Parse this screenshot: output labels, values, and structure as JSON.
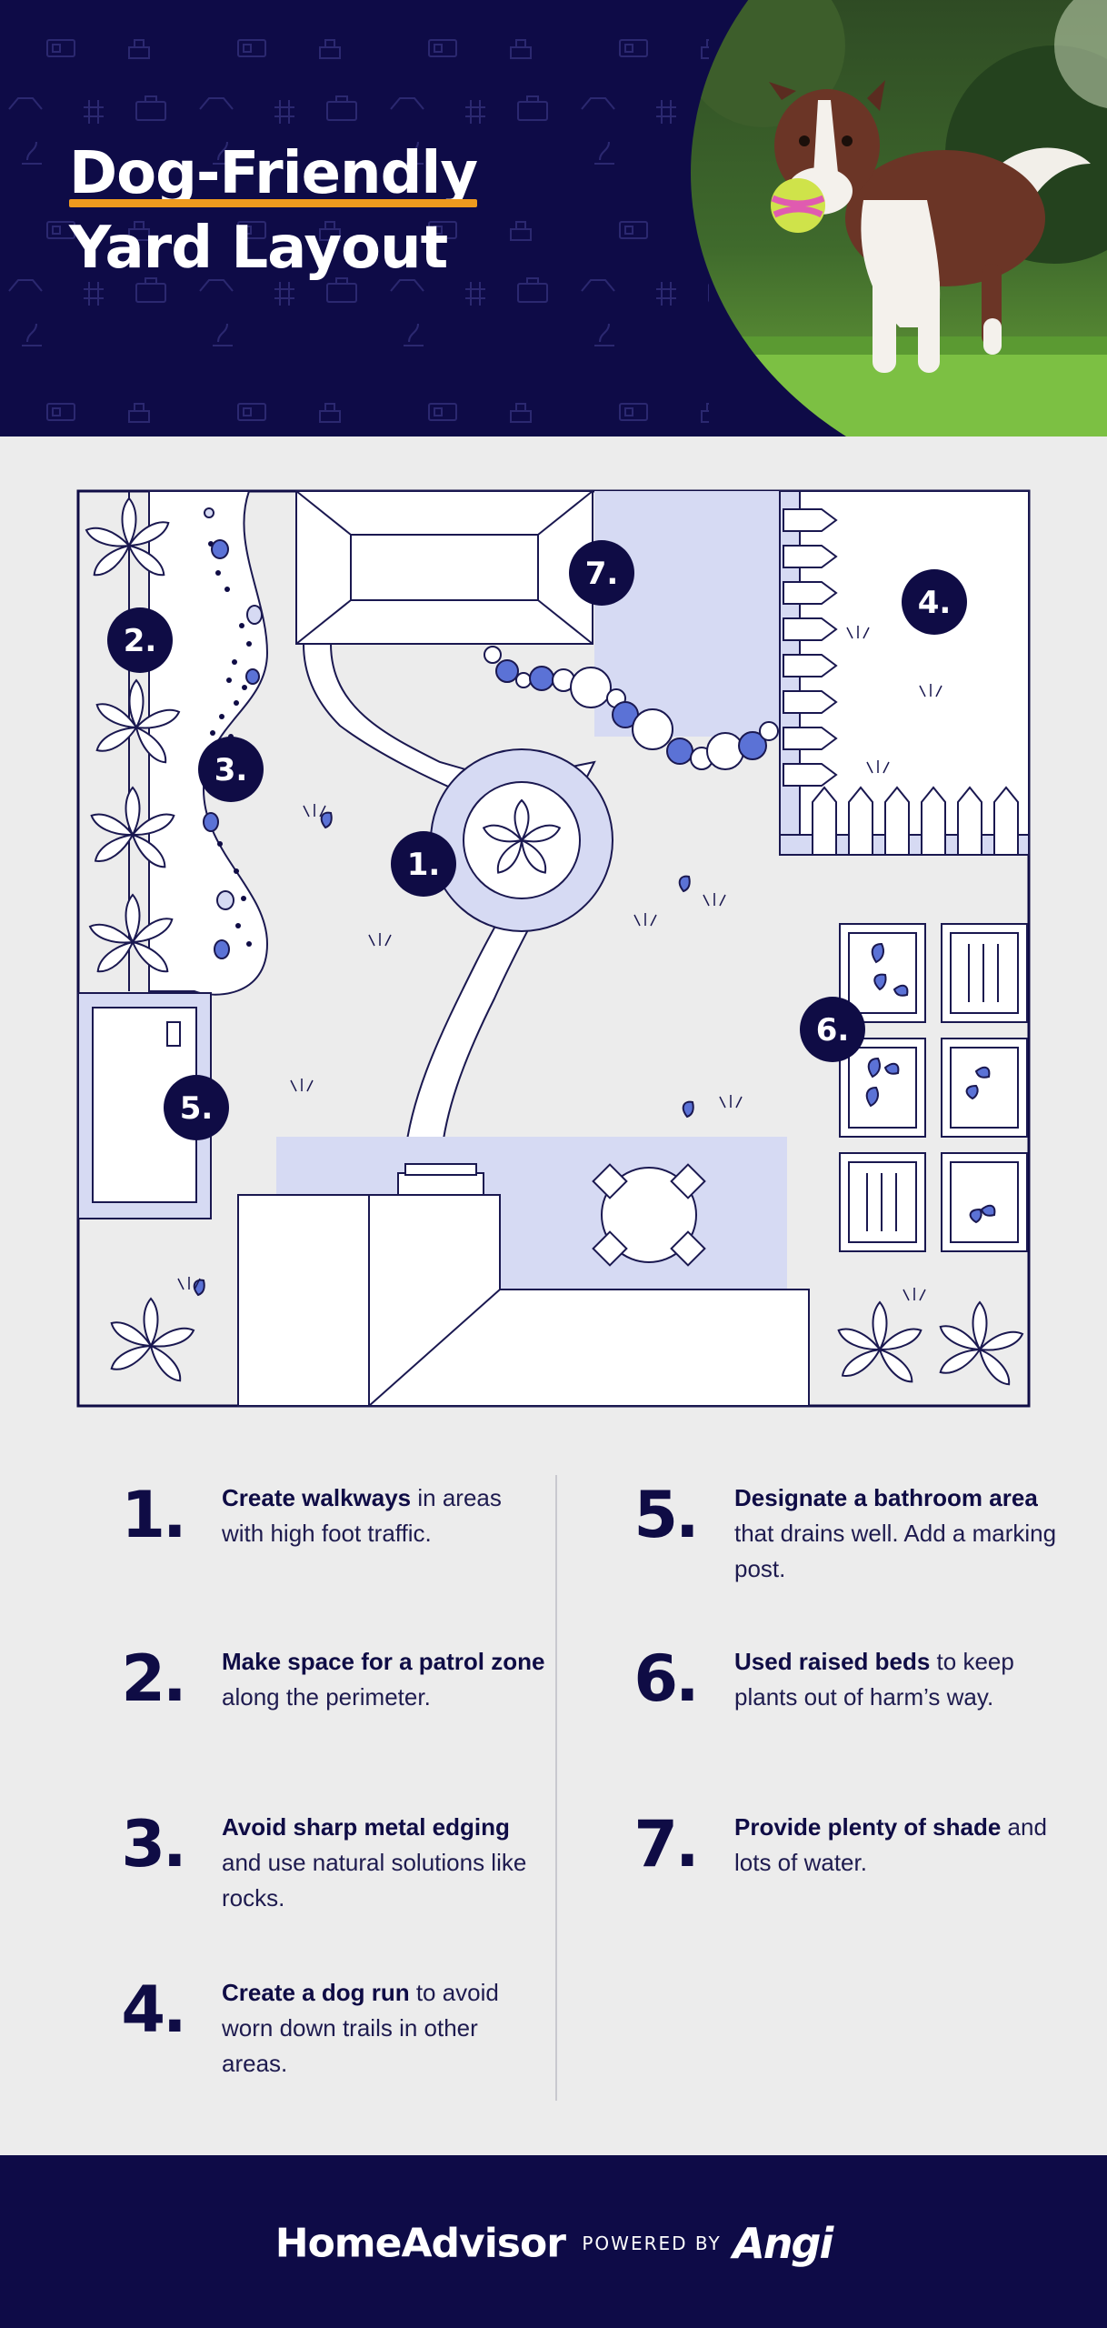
{
  "header": {
    "title_line1": "Dog-Friendly",
    "title_line2": "Yard Layout"
  },
  "plan": {
    "markers": [
      "1.",
      "2.",
      "3.",
      "4.",
      "5.",
      "6.",
      "7."
    ]
  },
  "steps": [
    {
      "num": "1.",
      "bold": "Create walkways",
      "rest": " in areas with high foot traffic."
    },
    {
      "num": "2.",
      "bold": "Make space for a patrol zone",
      "rest": " along the perimeter."
    },
    {
      "num": "3.",
      "bold": "Avoid sharp metal edging",
      "rest": " and use natural solutions like rocks."
    },
    {
      "num": "4.",
      "bold": "Create a dog run",
      "rest": " to avoid worn down trails in other areas."
    },
    {
      "num": "5.",
      "bold": "Designate a bathroom area",
      "rest": " that drains well. Add a marking post."
    },
    {
      "num": "6.",
      "bold": "Used raised beds",
      "rest": " to keep plants out of harm’s way."
    },
    {
      "num": "7.",
      "bold": "Provide plenty of shade",
      "rest": " and lots of water."
    }
  ],
  "footer": {
    "brand": "HomeAdvisor",
    "powered_by": "POWERED BY",
    "partner": "Angi"
  },
  "colors": {
    "navy": "#0e0b47",
    "accent_orange": "#ee9a1e",
    "lavender": "#d6daf3",
    "blue": "#5b72d6",
    "background": "#ececec"
  }
}
